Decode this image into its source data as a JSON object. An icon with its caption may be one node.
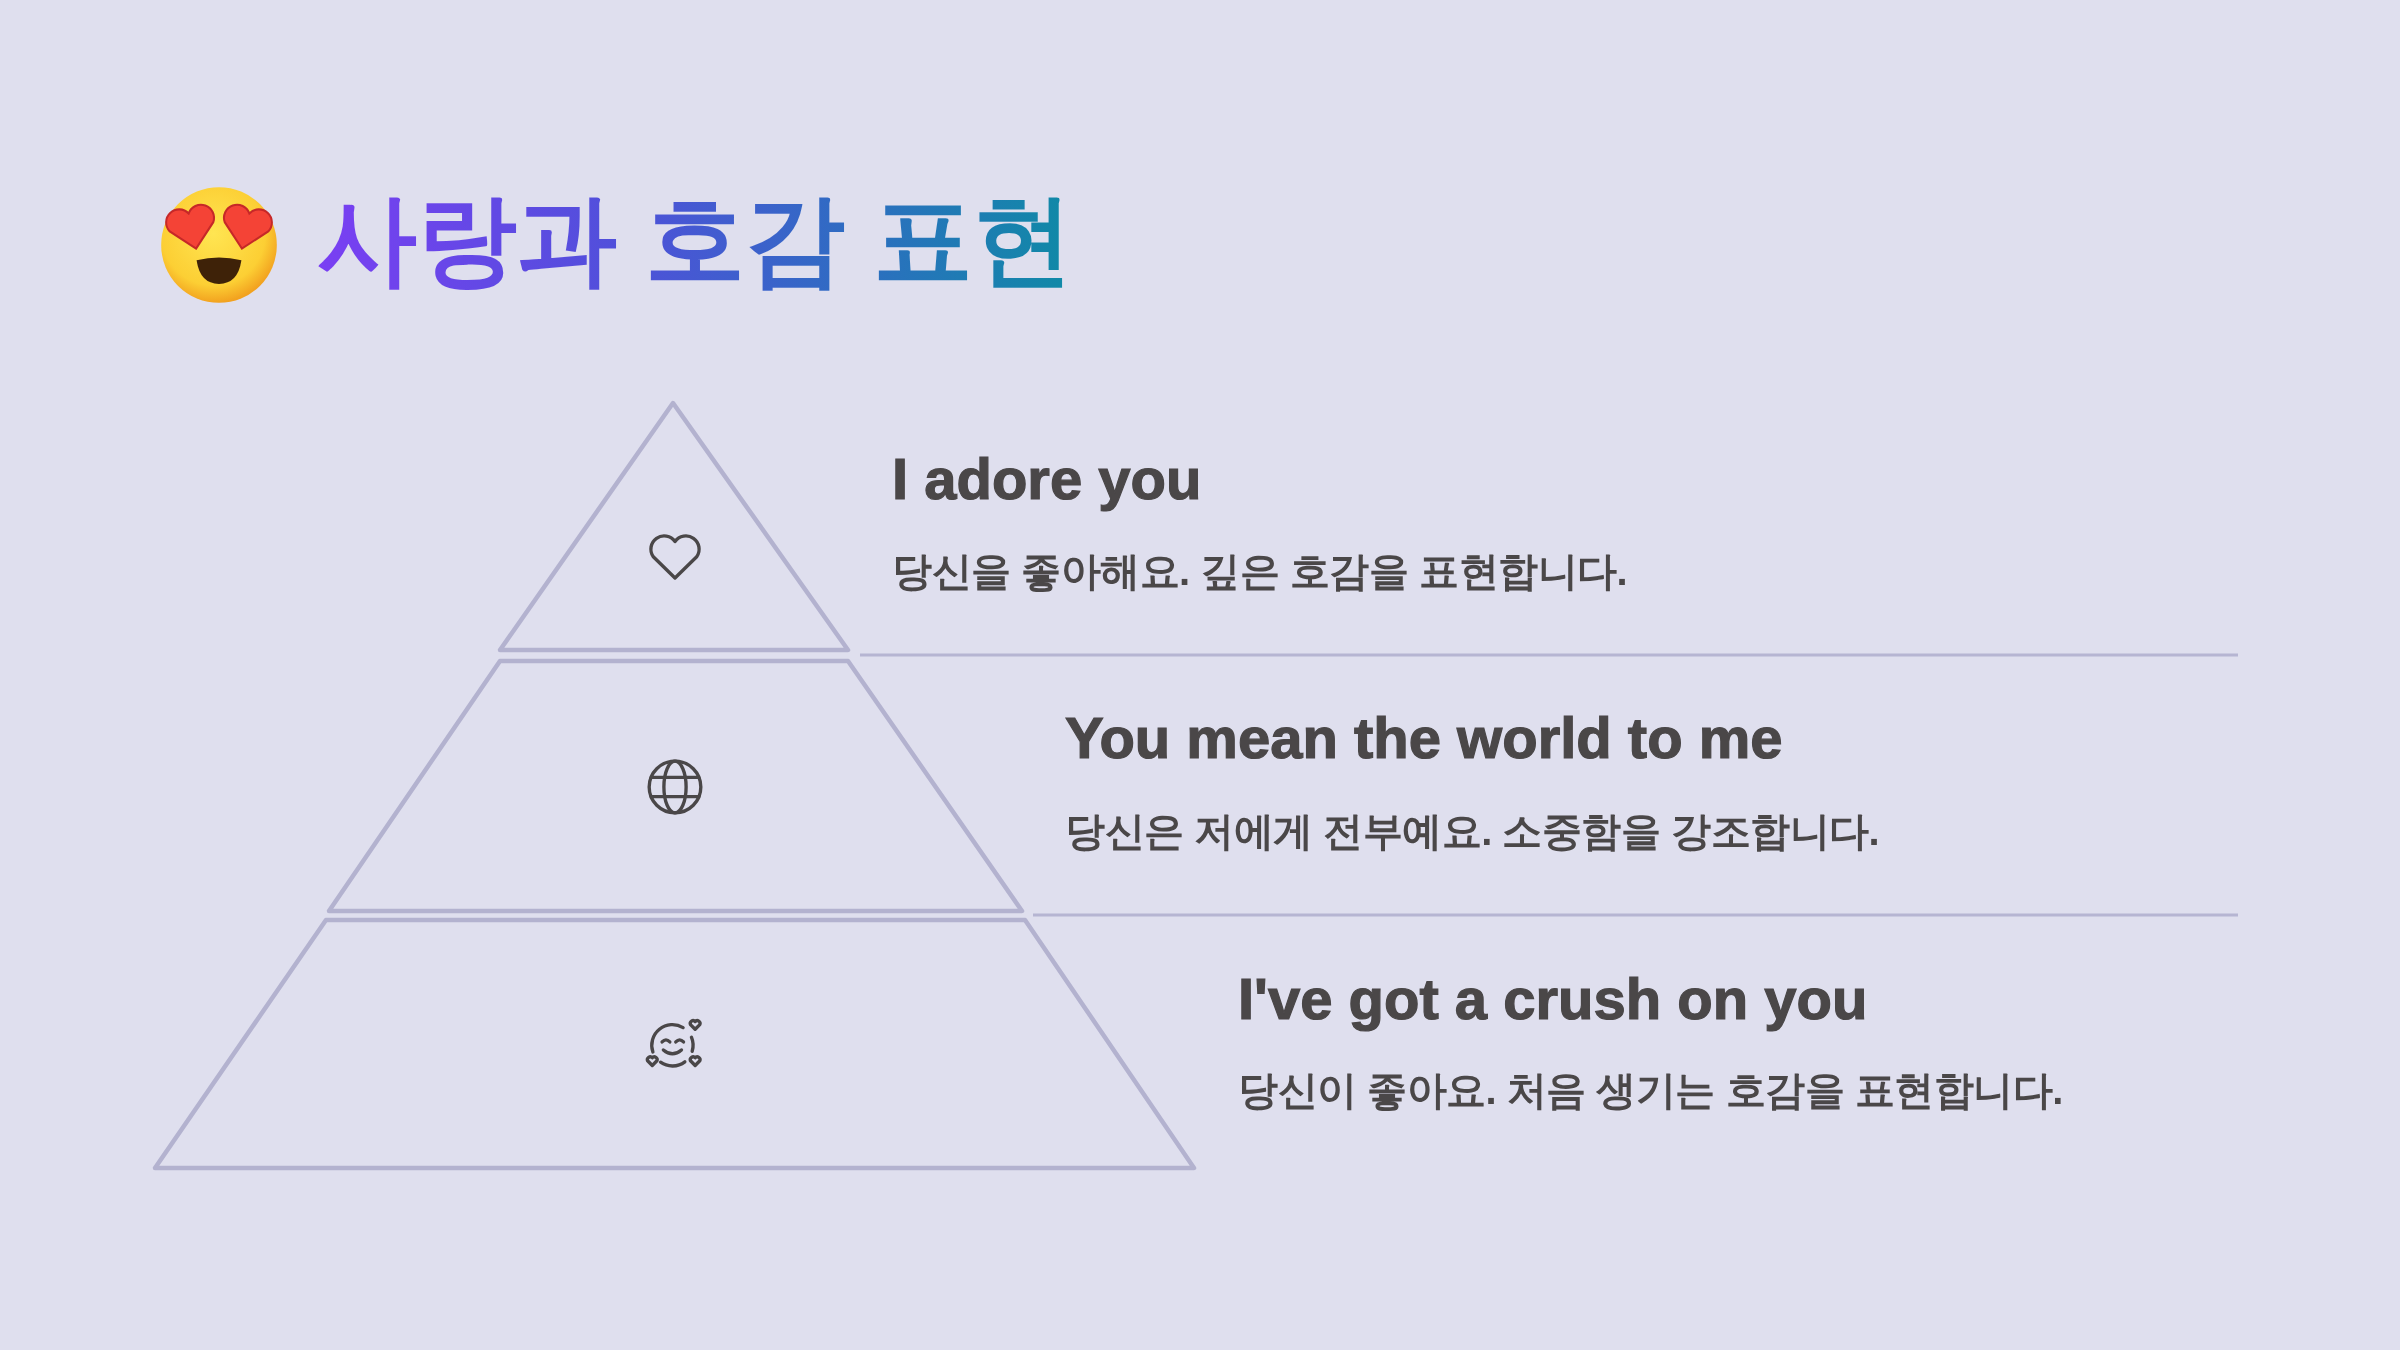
{
  "diagram": {
    "title": "사랑과 호감 표현",
    "nodes": [
      {
        "text": [],
        "shape": "triangle",
        "beside": [
          "I adore you",
          "당신을 좋아해요. 깊은 호감을 표현합니다."
        ]
      },
      {
        "text": [],
        "shape": "trapezoid",
        "beside": [
          "You mean the world to me",
          "당신은 저에게 전부예요. 소중함을 강조합니다."
        ]
      },
      {
        "text": [],
        "shape": "trapezoid",
        "beside": [
          "I've got a crush on you",
          "당신이 좋아요. 처음 생기는 호감을 표현합니다."
        ]
      }
    ]
  }
}
